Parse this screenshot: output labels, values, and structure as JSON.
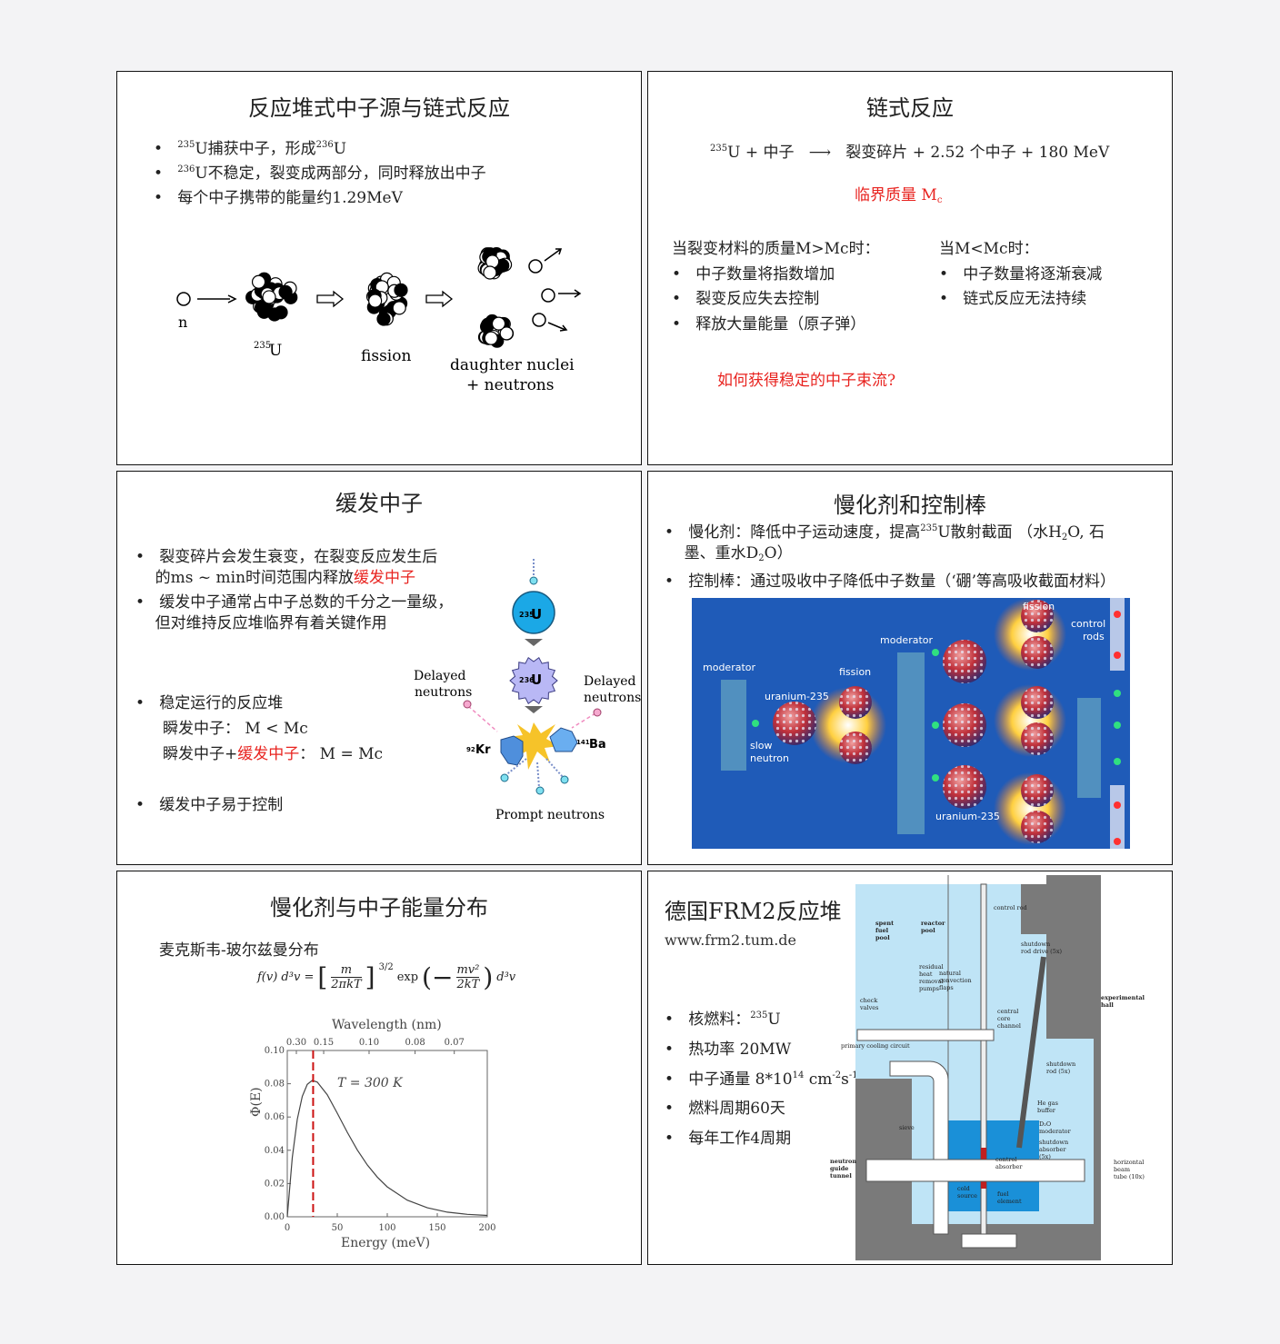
{
  "slides": [
    {
      "title": "反应堆式中子源与链式反应",
      "bullets": [
        {
          "sup1": "235",
          "a": "U捕获中子，形成",
          "sup2": "236",
          "b": "U"
        },
        {
          "sup1": "236",
          "a": "U不稳定，裂变成两部分，同时释放出中子"
        },
        {
          "a": "每个中子携带的能量约1.29MeV"
        }
      ],
      "diagram": {
        "n": "n",
        "u_sup": "235",
        "u": "U",
        "fission": "fission",
        "daughter1": "daughter nuclei",
        "daughter2": "+ neutrons"
      }
    },
    {
      "title": "链式反应",
      "equation": {
        "sup": "235",
        "lhs": "U + 中子",
        "arrow": "⟶",
        "rhs": "裂变碎片 + 2.52 个中子 + 180 MeV"
      },
      "critical": {
        "text": "临界质量 M",
        "sub": "c"
      },
      "left": {
        "heading": "当裂变材料的质量M>Mc时：",
        "items": [
          "中子数量将指数增加",
          "裂变反应失去控制",
          "释放大量能量（原子弹）"
        ]
      },
      "right": {
        "heading": "当M<Mc时：",
        "items": [
          "中子数量将逐渐衰减",
          "链式反应无法持续"
        ]
      },
      "question": "如何获得稳定的中子束流?"
    },
    {
      "title": "缓发中子",
      "b1_l1": "裂变碎片会发生衰变，在裂变反应发生后",
      "b1_l2a": "的ms ~ min时间范围内释放",
      "b1_l2b": "缓发中子",
      "b2_l1": "缓发中子通常占中子总数的千分之一量级，",
      "b2_l2": "但对维持反应堆临界有着关键作用",
      "b3": "稳定运行的反应堆",
      "b3_s1": "瞬发中子：  M < Mc",
      "b3_s2a": "瞬发中子+",
      "b3_s2b": "缓发中子",
      "b3_s2c": "：  M = Mc",
      "b4": "缓发中子易于控制",
      "diagram": {
        "u235_sup": "235",
        "u235": "U",
        "u236_sup": "236",
        "u236": "U",
        "kr_sup": "92",
        "kr": "Kr",
        "ba_sup": "141",
        "ba": "Ba",
        "delayed_left_1": "Delayed",
        "delayed_left_2": "neutrons",
        "delayed_right_1": "Delayed",
        "delayed_right_2": "neutrons",
        "prompt": "Prompt neutrons"
      }
    },
    {
      "title": "慢化剂和控制棒",
      "b1a": "慢化剂：降低中子运动速度，提高",
      "b1_sup": "235",
      "b1b": "U散射截面 （水H",
      "b1_sub": "2",
      "b1c": "O, 石",
      "b1_l2a": "墨、重水D",
      "b1_l2_sub": "2",
      "b1_l2b": "O）",
      "b2": "控制棒：通过吸收中子降低中子数量（‘硼’等高吸收截面材料）",
      "image_labels": {
        "moderator_left": "moderator",
        "moderator_mid": "moderator",
        "uranium_left": "uranium-235",
        "slow1": "slow",
        "slow2": "neutron",
        "fission_mid": "fission",
        "fission_top": "fission",
        "control1": "control",
        "control2": "rods",
        "uranium_bottom": "uranium-235"
      },
      "colors": {
        "background": "#1f5bb8"
      }
    },
    {
      "title": "慢化剂与中子能量分布",
      "subtitle": "麦克斯韦-玻尔兹曼分布",
      "formula": {
        "lhs": "f(v) d³v = ",
        "num": "m",
        "den": "2πkT",
        "pow": "3/2",
        "exp": "exp",
        "num2": "mv²",
        "den2": "2kT",
        "tail": "d³v"
      }
    },
    {
      "title": "德国FRM2反应堆",
      "url": "www.frm2.tum.de",
      "bullets": [
        {
          "a": "核燃料：",
          "sup": "235",
          "b": "U"
        },
        {
          "a": "热功率 20MW"
        },
        {
          "a": "中子通量 8*10",
          "sup": "14",
          "b": " cm",
          "sup2": "-2",
          "c": "s",
          "sup3": "-1"
        },
        {
          "a": "燃料周期60天"
        },
        {
          "a": "每年工作4周期"
        }
      ],
      "diagram_labels": {
        "spent": [
          "spent",
          "fuel",
          "pool"
        ],
        "reactor": [
          "reactor",
          "pool"
        ],
        "control_rod": "control rod",
        "shutdown_drive": [
          "shutdown",
          "rod drive (5x)"
        ],
        "residual": [
          "residual",
          "heat",
          "removal",
          "pumps"
        ],
        "natural": [
          "natural",
          "convection",
          "flaps"
        ],
        "check": [
          "check",
          "valves"
        ],
        "central": [
          "central",
          "core",
          "channel"
        ],
        "primary": "primary cooling circuit",
        "experimental": [
          "experimental",
          "hall"
        ],
        "shutdown_rod": [
          "shutdown",
          "rod (5x)"
        ],
        "he": [
          "He gas",
          "buffer"
        ],
        "d2o": [
          "D₂O",
          "moderator"
        ],
        "absorber": [
          "shutdown",
          "absorber",
          "(5x)"
        ],
        "sieve": "sieve",
        "guide": [
          "neutron",
          "guide",
          "tunnel"
        ],
        "control_abs": [
          "control",
          "absorber"
        ],
        "cold": [
          "cold",
          "source"
        ],
        "fuel": [
          "fuel",
          "element"
        ],
        "beam": [
          "horizontal",
          "beam",
          "tube (10x)"
        ]
      }
    }
  ],
  "chart_data": {
    "type": "line",
    "title": "",
    "annotation": "T = 300 K",
    "xlabel": "Energy (meV)",
    "ylabel": "Φ(E)",
    "top_axis_label": "Wavelength (nm)",
    "xlim": [
      0,
      200
    ],
    "ylim": [
      0,
      0.1
    ],
    "x_ticks": [
      "0",
      "50",
      "100",
      "150",
      "200"
    ],
    "y_ticks": [
      "0.00",
      "0.02",
      "0.04",
      "0.06",
      "0.08",
      "0.10"
    ],
    "top_ticks": [
      {
        "label": "0.30",
        "energy": 9.1
      },
      {
        "label": "0.15",
        "energy": 36.4
      },
      {
        "label": "0.10",
        "energy": 81.8
      },
      {
        "label": "0.08",
        "energy": 127.8
      },
      {
        "label": "0.07",
        "energy": 167
      }
    ],
    "peak_marker_energy": 25.85,
    "series": [
      {
        "name": "Maxwell-Boltzmann 300 K",
        "x": [
          0,
          5,
          10,
          15,
          20,
          25,
          30,
          40,
          50,
          60,
          70,
          80,
          90,
          100,
          120,
          140,
          160,
          180,
          200
        ],
        "y": [
          0,
          0.0355,
          0.0586,
          0.0724,
          0.0796,
          0.082,
          0.081,
          0.0734,
          0.0623,
          0.0508,
          0.0402,
          0.0312,
          0.0239,
          0.018,
          0.01,
          0.0054,
          0.0028,
          0.0015,
          0.0008
        ]
      }
    ],
    "colors": {
      "curve": "#444444",
      "marker": "#cc1111"
    }
  }
}
